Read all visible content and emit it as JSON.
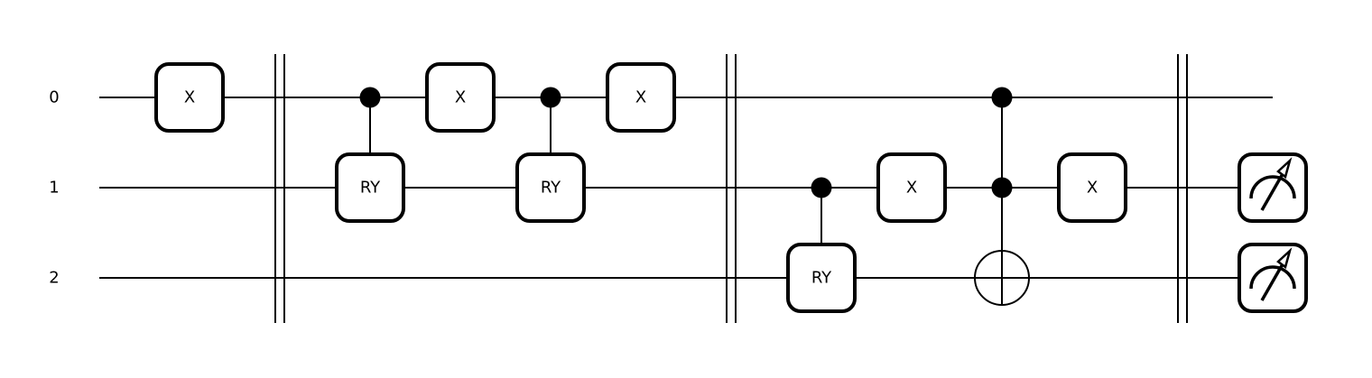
{
  "qubits": [
    {
      "label": "0"
    },
    {
      "label": "1"
    },
    {
      "label": "2"
    }
  ],
  "gates": [
    {
      "type": "x",
      "label": "X",
      "qubit": 0,
      "step": 1
    },
    {
      "type": "barrier",
      "step": 2
    },
    {
      "type": "controlled",
      "label": "RY",
      "control": 0,
      "target": 1,
      "step": 3
    },
    {
      "type": "x",
      "label": "X",
      "qubit": 0,
      "step": 4
    },
    {
      "type": "controlled",
      "label": "RY",
      "control": 0,
      "target": 1,
      "step": 5
    },
    {
      "type": "x",
      "label": "X",
      "qubit": 0,
      "step": 6
    },
    {
      "type": "barrier",
      "step": 7
    },
    {
      "type": "controlled",
      "label": "RY",
      "control": 1,
      "target": 2,
      "step": 8
    },
    {
      "type": "x",
      "label": "X",
      "qubit": 1,
      "step": 9
    },
    {
      "type": "toffoli",
      "controls": [
        0,
        1
      ],
      "target": 2,
      "step": 10
    },
    {
      "type": "x",
      "label": "X",
      "qubit": 1,
      "step": 11
    },
    {
      "type": "barrier",
      "step": 12
    },
    {
      "type": "measure",
      "qubit": 1,
      "step": 13
    },
    {
      "type": "measure",
      "qubit": 2,
      "step": 13
    }
  ],
  "wire_ends": [
    14,
    13,
    13
  ],
  "colors": {
    "line": "#000000",
    "background": "#ffffff"
  }
}
